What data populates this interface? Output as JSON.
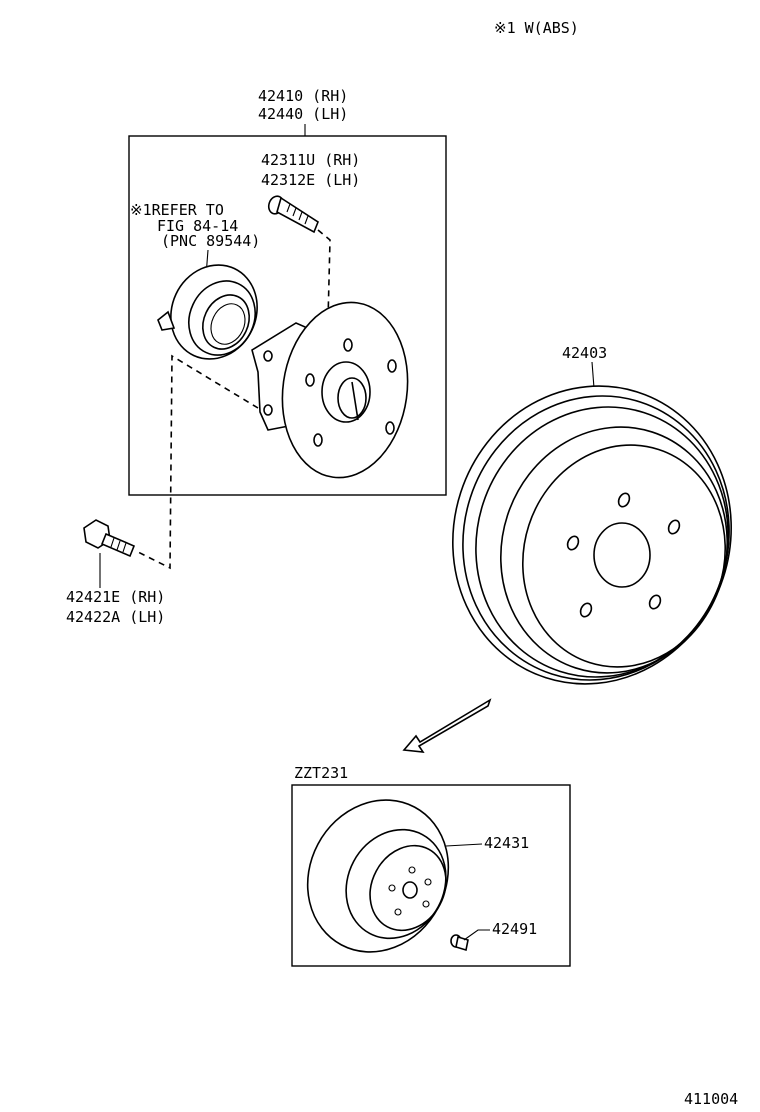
{
  "note_abs": "※1  W(ABS)",
  "hub_assembly": {
    "line1": "42410 (RH)",
    "line2": "42440 (LH)"
  },
  "hub_bolt": {
    "line1": "42311U (RH)",
    "line2": "42312E (LH)"
  },
  "bearing_ref": {
    "line1": "※1REFER TO",
    "line2": "FIG 84-14",
    "line3": "(PNC 89544)"
  },
  "mount_bolt": {
    "line1": "42421E (RH)",
    "line2": "42422A (LH)"
  },
  "brake_drum": "42403",
  "variant": "ZZT231",
  "brake_disc": "42431",
  "disc_screw": "42491",
  "figure_id": "411004"
}
